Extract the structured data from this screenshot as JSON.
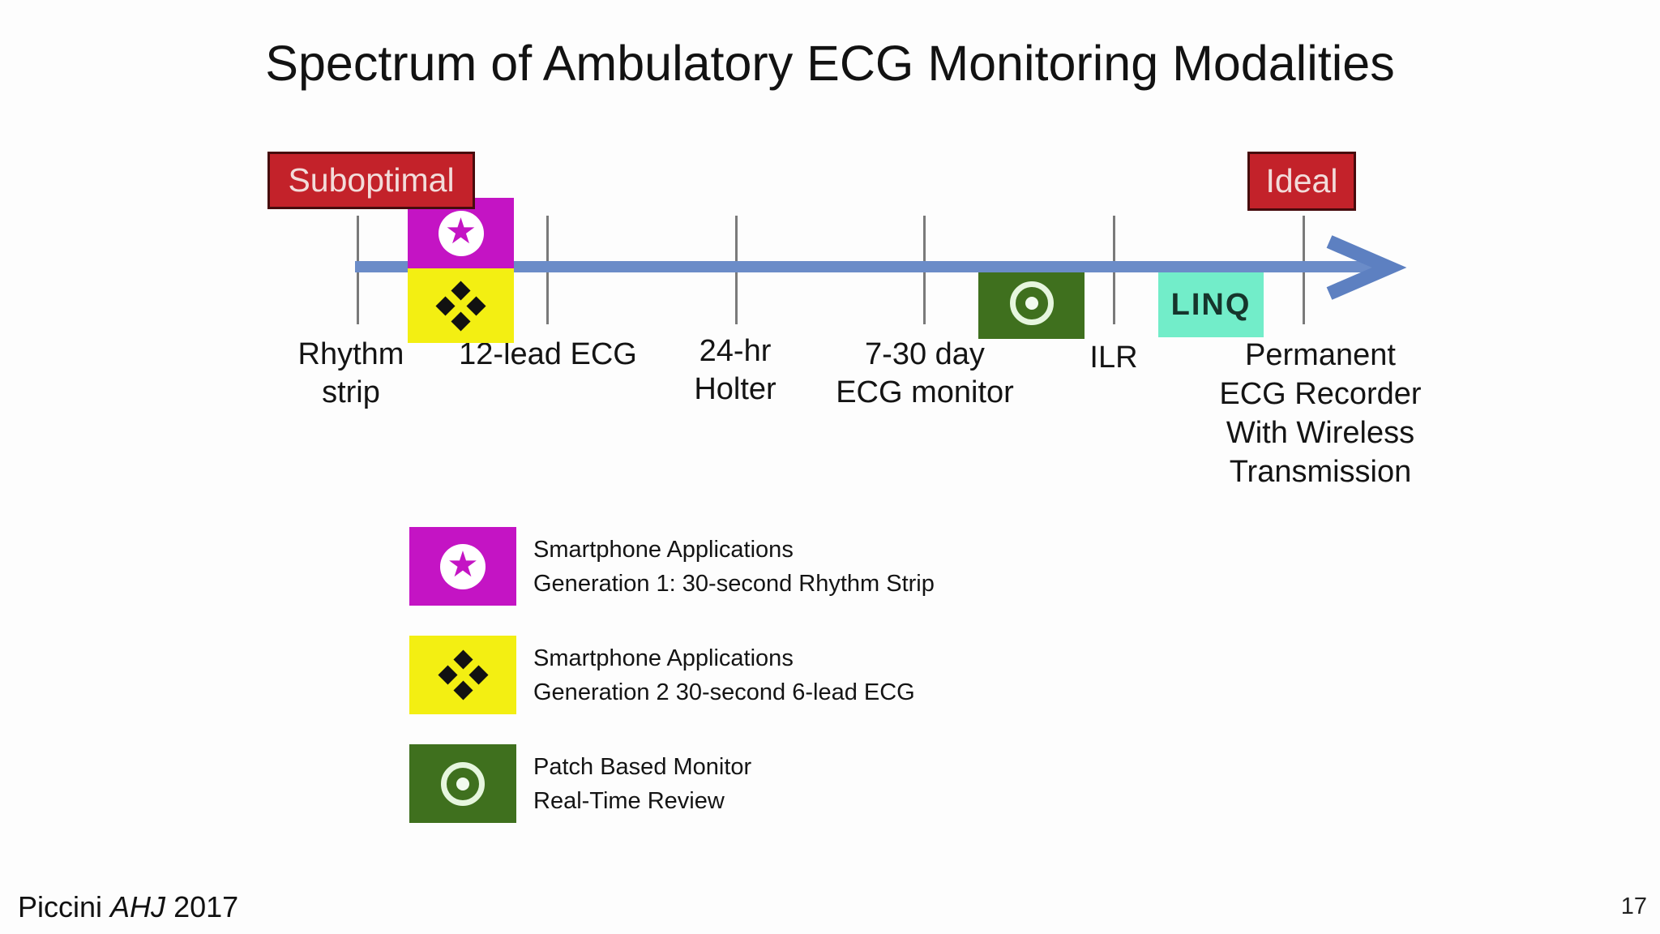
{
  "slide": {
    "title": "Spectrum of Ambulatory ECG Monitoring Modalities",
    "page_number": "17",
    "citation": {
      "author": "Piccini",
      "journal": "AHJ",
      "year": "2017"
    }
  },
  "timeline": {
    "suboptimal_label": "Suboptimal",
    "ideal_label": "Ideal",
    "linq_label": "LINQ",
    "tick_labels": [
      {
        "lines": [
          "Rhythm",
          "strip"
        ]
      },
      {
        "lines": [
          "12-lead ECG"
        ]
      },
      {
        "lines": [
          "24-hr",
          "Holter"
        ]
      },
      {
        "lines": [
          "7-30 day",
          "ECG monitor"
        ]
      },
      {
        "lines": [
          "ILR"
        ]
      },
      {
        "lines": [
          "Permanent",
          "ECG Recorder",
          "With Wireless",
          "Transmission"
        ]
      }
    ],
    "markers": [
      {
        "icon": "star-circle-icon",
        "color": "#c414c4",
        "position": "above line at 12-lead ECG"
      },
      {
        "icon": "four-diamonds-icon",
        "color": "#f3ef12",
        "position": "below line at 12-lead ECG"
      },
      {
        "icon": "ring-dot-icon",
        "color": "#3f701e",
        "position": "below line before ILR"
      },
      {
        "icon": "linq-box",
        "color": "#72edc9",
        "position": "below line after ILR"
      }
    ]
  },
  "legend": {
    "items": [
      {
        "icon": "star-circle-icon",
        "color": "#c414c4",
        "lines": [
          "Smartphone Applications",
          "Generation 1: 30-second Rhythm Strip"
        ]
      },
      {
        "icon": "four-diamonds-icon",
        "color": "#f3ef12",
        "lines": [
          "Smartphone Applications",
          "Generation 2 30-second 6-lead ECG"
        ]
      },
      {
        "icon": "ring-dot-icon",
        "color": "#3f701e",
        "lines": [
          "Patch Based Monitor",
          "Real-Time Review"
        ]
      }
    ]
  },
  "colors": {
    "band_red": "#c3222a",
    "band_border": "#470b0d",
    "band_text": "#f2dcda",
    "magenta": "#c414c4",
    "yellow": "#f3ef12",
    "green": "#3f701e",
    "aqua": "#72edc9",
    "line_blue": "#6b8cc8",
    "arrow_blue": "#5d80c1",
    "tick_gray": "#7a7a7a",
    "text_black": "#141414"
  }
}
